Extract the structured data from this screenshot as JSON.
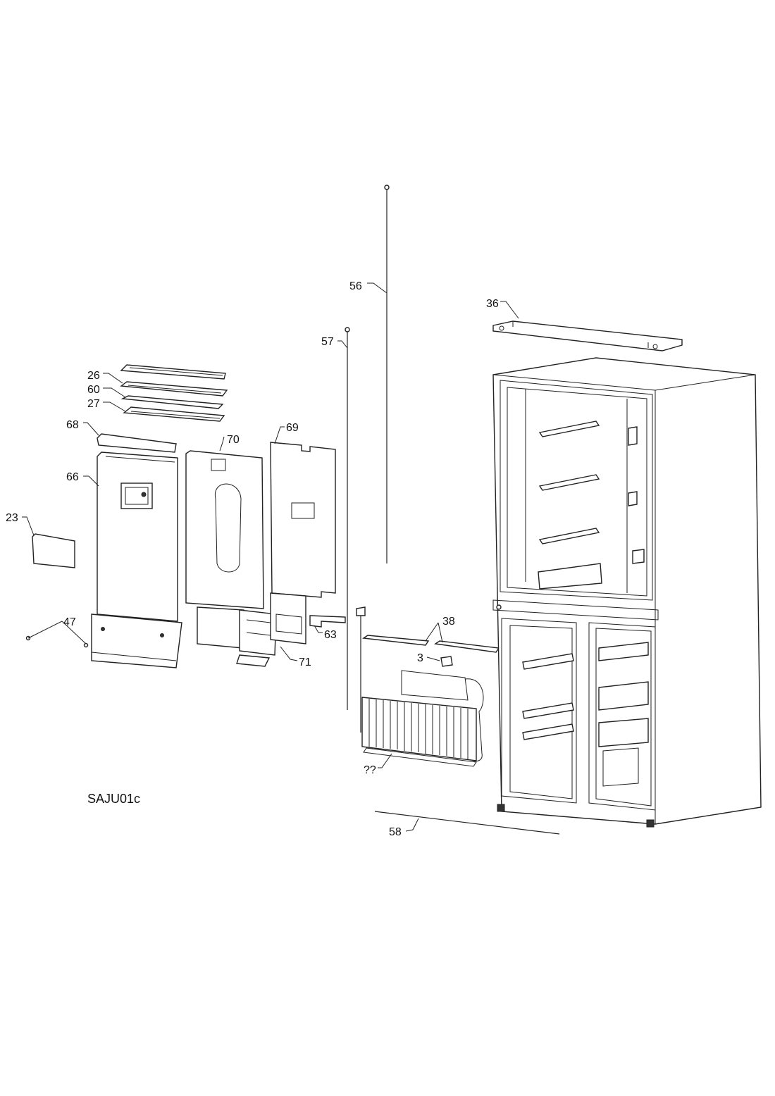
{
  "diagram_code": "SAJU01c",
  "callouts": {
    "c56": "56",
    "c36": "36",
    "c57": "57",
    "c26": "26",
    "c60": "60",
    "c27": "27",
    "c68": "68",
    "c70": "70",
    "c69": "69",
    "c66": "66",
    "c23": "23",
    "c47": "47",
    "c63": "63",
    "c71": "71",
    "c38": "38",
    "c3": "3",
    "cqq": "??",
    "c58": "58"
  }
}
